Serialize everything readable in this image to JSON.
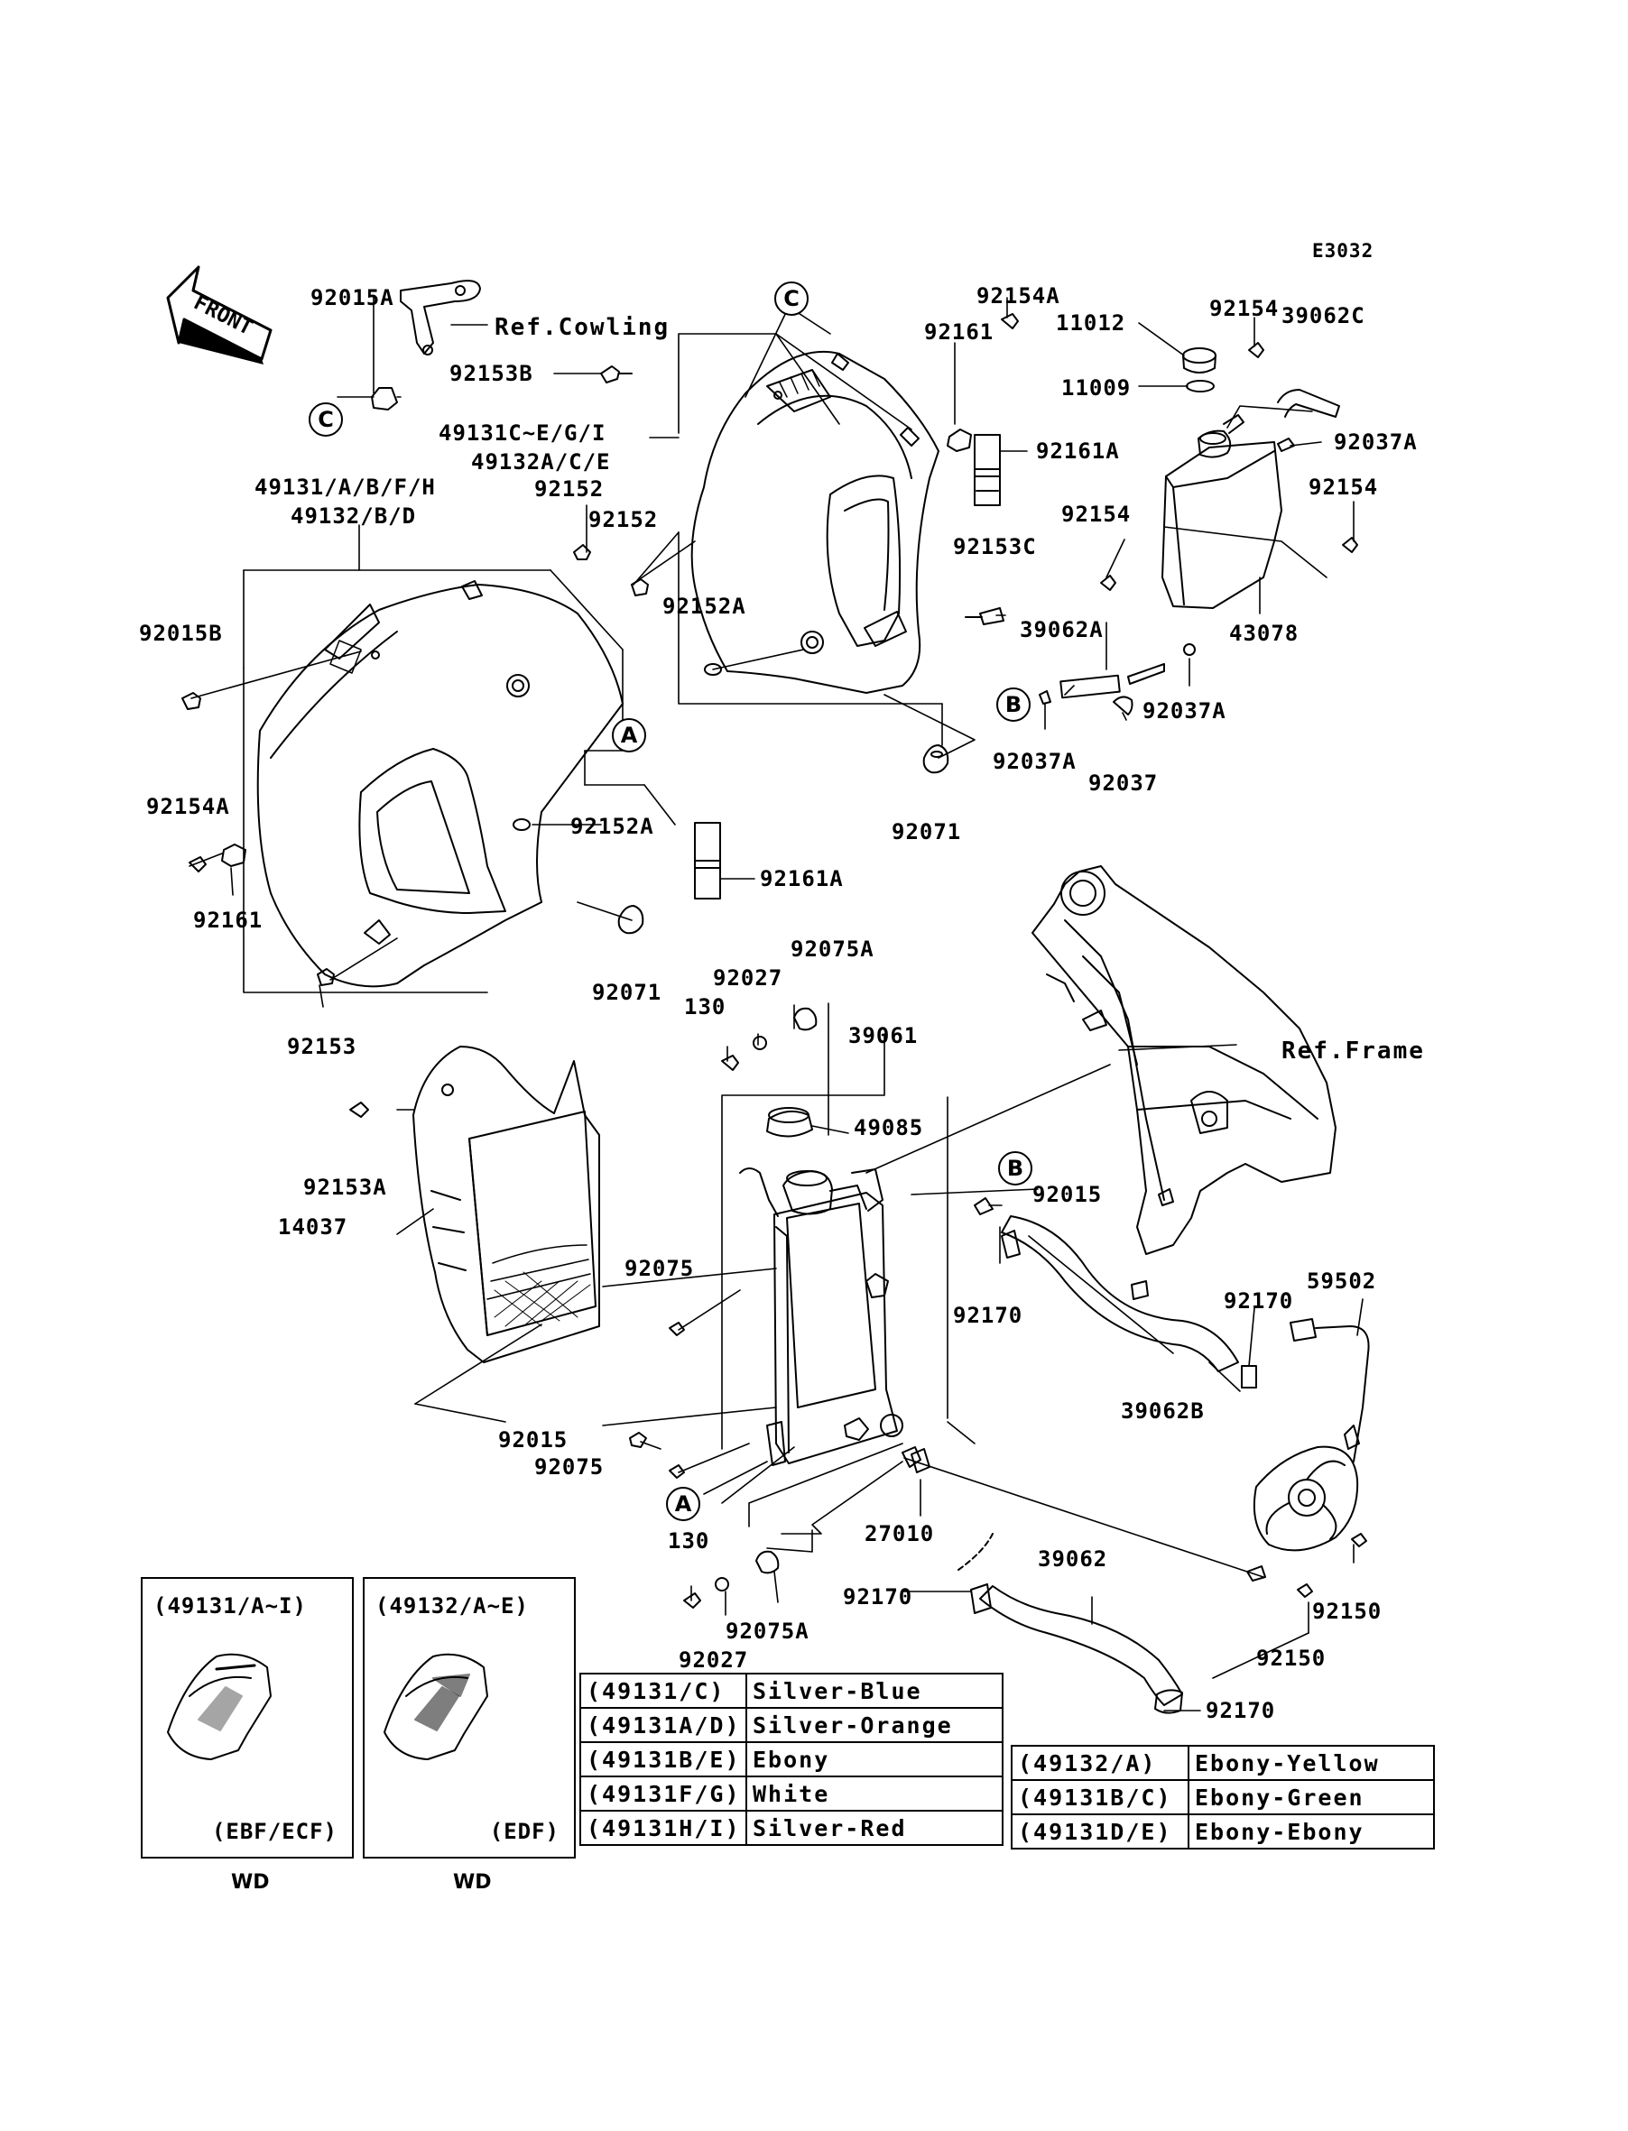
{
  "diagram_code": "E3032",
  "direction_arrow": "FRONT",
  "ref_labels": {
    "cowling": "Ref.Cowling",
    "frame": "Ref.Frame"
  },
  "callouts": {
    "c1": "92015A",
    "c2": "92153B",
    "c3": "49131C~E/G/I",
    "c4": "49132A/C/E",
    "c5": "49131/A/B/F/H",
    "c6": "49132/B/D",
    "c7": "92152",
    "c8": "92152",
    "c9": "92015B",
    "c10": "92152A",
    "c11": "92152A",
    "c12": "92154A",
    "c13": "92161",
    "c14": "92153",
    "c15": "92071",
    "c16": "92161A",
    "c17": "92154A",
    "c18": "92161",
    "c19": "92161A",
    "c20": "92153C",
    "c21": "92071",
    "c22": "11012",
    "c23": "11009",
    "c24": "92154",
    "c25": "39062C",
    "c26": "92037A",
    "c27": "92154",
    "c28": "92154",
    "c29": "43078",
    "c30": "39062A",
    "c31": "92037A",
    "c32": "92037A",
    "c33": "92037",
    "c34": "92075A",
    "c35": "92027",
    "c36": "130",
    "c37": "39061",
    "c38": "49085",
    "c39": "92015",
    "c40": "92153A",
    "c41": "14037",
    "c42": "92075",
    "c43": "92170",
    "c44": "92170",
    "c45": "59502",
    "c46": "39062B",
    "c47": "92015",
    "c48": "92075",
    "c49": "27010",
    "c50": "130",
    "c51": "92075A",
    "c52": "92027",
    "c53": "92170",
    "c54": "39062",
    "c55": "92150",
    "c56": "92150",
    "c57": "92170"
  },
  "ref_circles": {
    "r1": "C",
    "r2": "C",
    "r3": "A",
    "r4": "B",
    "r5": "B",
    "r6": "A"
  },
  "insets": [
    {
      "title": "(49131/A~I)",
      "code": "(EBF/ECF)",
      "note": "WD"
    },
    {
      "title": "(49132/A~E)",
      "code": "(EDF)",
      "note": "WD"
    }
  ],
  "color_table_1": [
    [
      "(49131/C)",
      "Silver-Blue"
    ],
    [
      "(49131A/D)",
      "Silver-Orange"
    ],
    [
      "(49131B/E)",
      "Ebony"
    ],
    [
      "(49131F/G)",
      "White"
    ],
    [
      "(49131H/I)",
      "Silver-Red"
    ]
  ],
  "color_table_2": [
    [
      "(49132/A)",
      "Ebony-Yellow"
    ],
    [
      "(49131B/C)",
      "Ebony-Green"
    ],
    [
      "(49131D/E)",
      "Ebony-Ebony"
    ]
  ]
}
